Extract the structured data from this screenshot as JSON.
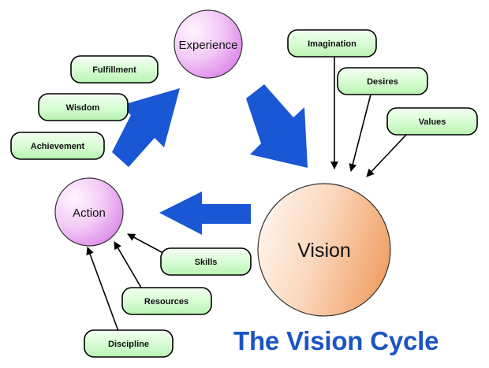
{
  "title": "The Vision Cycle",
  "colors": {
    "title": "#1b55c4",
    "big_arrow": "#1a57d4",
    "pill_fill": "#cdfbc9",
    "pill_fill_light": "#f2fff0",
    "experience_fill": "#e7a4ef",
    "action_fill": "#e8a8f0",
    "vision_fill": "#f5b27f"
  },
  "nodes": {
    "experience": "Experience",
    "action": "Action",
    "vision": "Vision"
  },
  "vision_inputs": [
    "Imagination",
    "Desires",
    "Values"
  ],
  "action_inputs": [
    "Skills",
    "Resources",
    "Discipline"
  ],
  "experience_outputs": [
    "Fulfillment",
    "Wisdom",
    "Achievement"
  ]
}
